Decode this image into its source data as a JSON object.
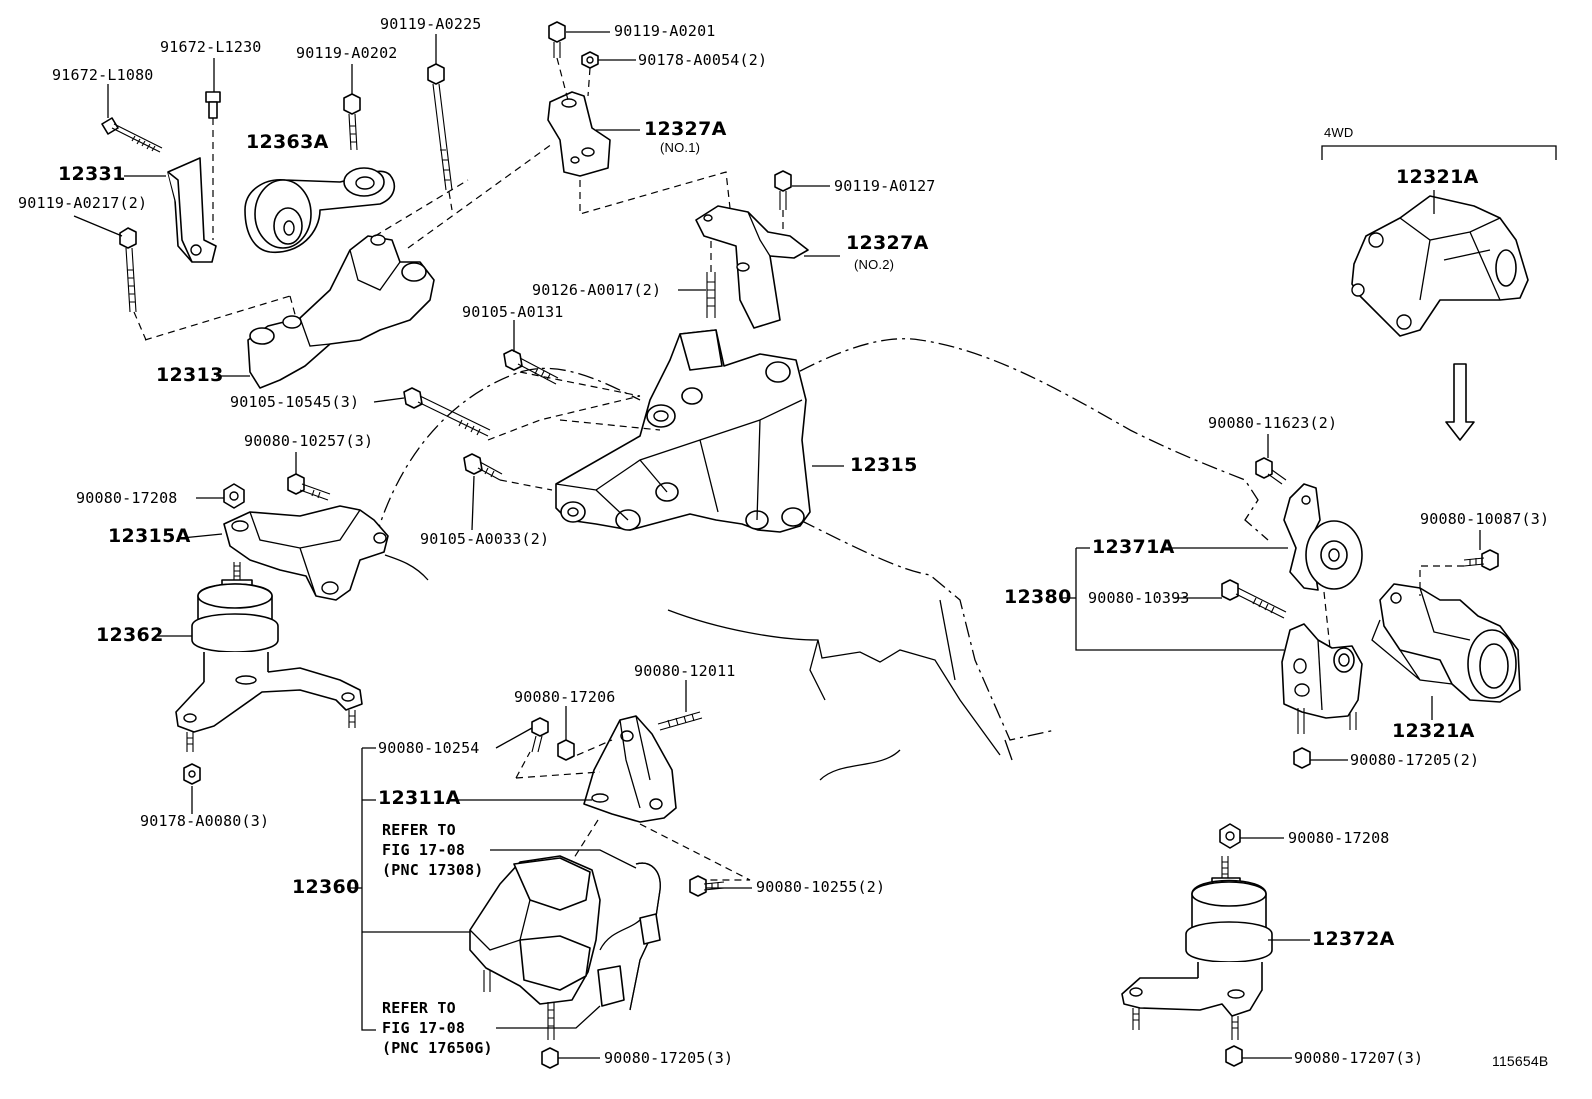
{
  "diagram": {
    "figure_id": "115654B",
    "group_label_4wd": "4WD",
    "labels": {
      "p91672_L1080": "91672-L1080",
      "p91672_L1230": "91672-L1230",
      "p90119_A0202": "90119-A0202",
      "p90119_A0225": "90119-A0225",
      "p90119_A0201": "90119-A0201",
      "p90178_A0054": "90178-A0054(2)",
      "p12327A_1": "12327A",
      "p12327A_1_sub": "(NO.1)",
      "p12331": "12331",
      "p12363A": "12363A",
      "p90119_A0217": "90119-A0217(2)",
      "p90119_A0127": "90119-A0127",
      "p12327A_2": "12327A",
      "p12327A_2_sub": "(NO.2)",
      "p90126_A0017": "90126-A0017(2)",
      "p90105_A0131": "90105-A0131",
      "p12313": "12313",
      "p90105_10545": "90105-10545(3)",
      "p90080_10257": "90080-10257(3)",
      "p90080_17208_l": "90080-17208",
      "p12315A": "12315A",
      "p12315": "12315",
      "p90105_A0033": "90105-A0033(2)",
      "p12362": "12362",
      "p90178_A0080": "90178-A0080(3)",
      "p90080_12011": "90080-12011",
      "p90080_17206": "90080-17206",
      "p90080_10254": "90080-10254",
      "p12311A": "12311A",
      "ref1_a": "REFER TO",
      "ref1_b": "FIG 17-08",
      "ref1_c": "(PNC 17308)",
      "p12360": "12360",
      "p90080_10255": "90080-10255(2)",
      "ref2_a": "REFER TO",
      "ref2_b": "FIG 17-08",
      "ref2_c": "(PNC 17650G)",
      "p90080_17205_b": "90080-17205(3)",
      "p12321A_top": "12321A",
      "p90080_11623": "90080-11623(2)",
      "p90080_10087": "90080-10087(3)",
      "p12371A": "12371A",
      "p12380": "12380",
      "p90080_10393": "90080-10393",
      "p12321A_bot": "12321A",
      "p90080_17205_r": "90080-17205(2)",
      "p90080_17208_r": "90080-17208",
      "p12372A": "12372A",
      "p90080_17207": "90080-17207(3)"
    }
  }
}
